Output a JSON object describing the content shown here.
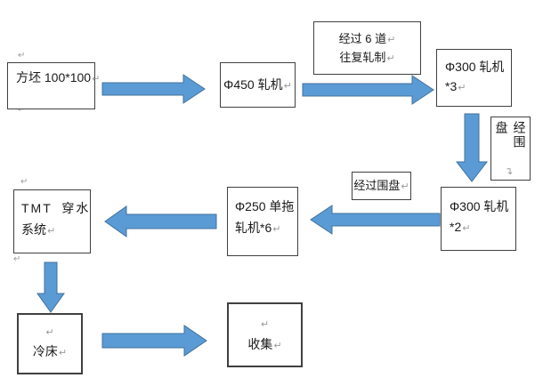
{
  "diagram": {
    "colors": {
      "arrow_fill": "#5B9BD5",
      "arrow_stroke": "#41719C",
      "box_border": "#404040",
      "text": "#1a1a1a",
      "mark": "#9a9a9a"
    },
    "marks": {
      "return": "↵"
    },
    "nodes": {
      "billet": {
        "text": "方坯 100*100"
      },
      "mill450": {
        "text": "Φ450 轧机"
      },
      "passes_note": {
        "line1": "经过 6 道",
        "line2": "往复轧制"
      },
      "mill300_x3": {
        "line1": "Φ300 轧机",
        "line2": "*3"
      },
      "coil_plate_vertical": {
        "text": "经围盘"
      },
      "mill300_x2": {
        "line1": "Φ300 轧机",
        "line2": "*2"
      },
      "coil_plate_label": {
        "text": "经过围盘"
      },
      "mill250": {
        "line1": "Φ250 单拖",
        "line2": "轧机*6"
      },
      "tmt": {
        "line1": "TMT 穿水",
        "line2": "系统"
      },
      "cooling_bed": {
        "text": "冷床"
      },
      "collection": {
        "text": "收集"
      }
    }
  }
}
